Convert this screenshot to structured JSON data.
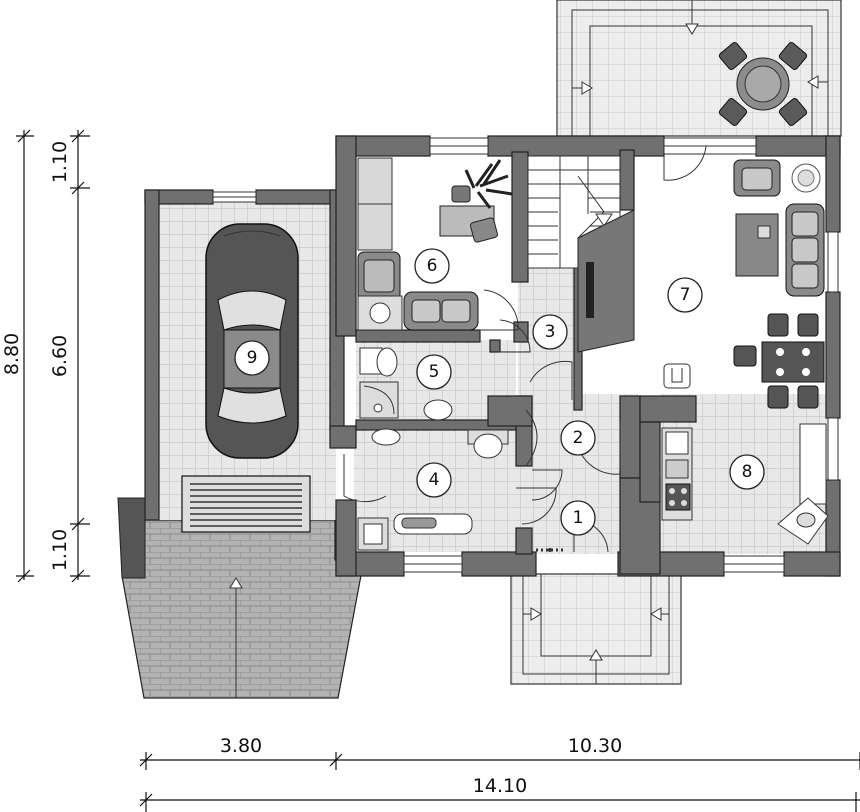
{
  "dimensions": {
    "bottom_left": "3.80",
    "bottom_right": "10.30",
    "bottom_total": "14.10",
    "left_total": "8.80",
    "left_top": "1.10",
    "left_mid": "6.60",
    "left_bottom": "1.10"
  },
  "rooms": [
    {
      "number": "1"
    },
    {
      "number": "2"
    },
    {
      "number": "3"
    },
    {
      "number": "4"
    },
    {
      "number": "5"
    },
    {
      "number": "6"
    },
    {
      "number": "7"
    },
    {
      "number": "8"
    },
    {
      "number": "9"
    }
  ],
  "colors": {
    "wall": "#707070",
    "floor_tile": "#e6e6e6",
    "floor_room": "#ffffff",
    "paving": "#b0b0b0",
    "furniture": "#8a8a8a"
  }
}
